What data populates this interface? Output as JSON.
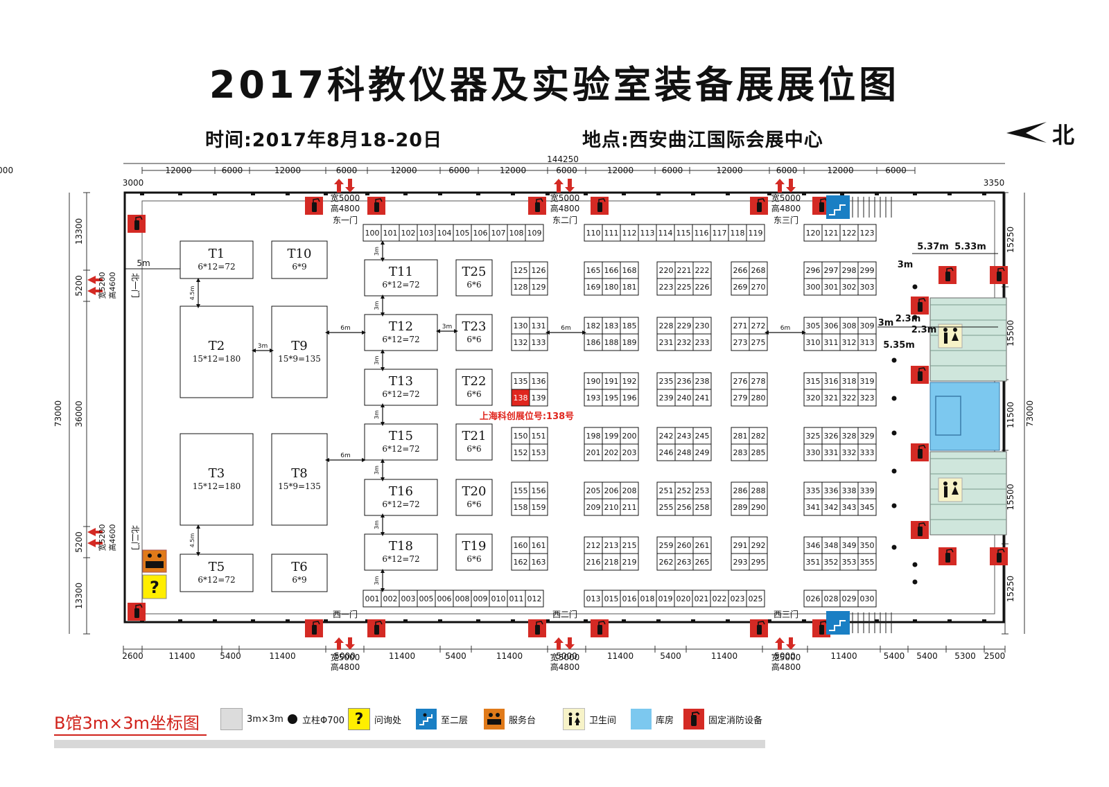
{
  "title": "2017科教仪器及实验室装备展展位图",
  "date": "时间:2017年8月18-20日",
  "place": "地点:西安曲江国际会展中心",
  "north": "北",
  "dims_top": {
    "total": "144250",
    "segments": [
      "12000",
      "6000",
      "12000",
      "6000",
      "12000",
      "6000",
      "12000",
      "6000",
      "12000",
      "6000",
      "12000",
      "6000",
      "12000",
      "6000",
      "12000"
    ],
    "left_end": "3000",
    "right_end": "3350"
  },
  "dims_bottom": {
    "segments": [
      "2600",
      "11400",
      "5400",
      "11400",
      "5000",
      "11400",
      "5400",
      "11400",
      "5000",
      "11400",
      "5400",
      "11400",
      "5000",
      "11400",
      "5400",
      "5400",
      "5300",
      "2500"
    ]
  },
  "dims_left": {
    "total": "73000",
    "segments": [
      "13300",
      "5200",
      "36000",
      "5200",
      "13300"
    ]
  },
  "dims_right": {
    "total": "73000",
    "segments": [
      "15250",
      "15500",
      "11500",
      "15500",
      "15250"
    ]
  },
  "doors": {
    "east": [
      "东一门",
      "东二门",
      "东三门"
    ],
    "west": [
      "西一门",
      "西二门",
      "西三门"
    ],
    "north": [
      "北一门",
      "北二门"
    ],
    "size_w": "宽5000",
    "size_h": "高4800",
    "north_size_w": "宽5200",
    "north_size_h": "高4600"
  },
  "distances": {
    "d5m": "5m",
    "d6m": "6m",
    "d3m": "3m",
    "d45m": "4.5m",
    "d537": "5.37m",
    "d533": "5.33m",
    "d23": "2.3m",
    "d535": "5.35m"
  },
  "t_booths": [
    {
      "id": "T1",
      "size": "6*12=72"
    },
    {
      "id": "T10",
      "size": "6*9"
    },
    {
      "id": "T2",
      "size": "15*12=180"
    },
    {
      "id": "T9",
      "size": "15*9=135"
    },
    {
      "id": "T3",
      "size": "15*12=180"
    },
    {
      "id": "T8",
      "size": "15*9=135"
    },
    {
      "id": "T5",
      "size": "6*12=72"
    },
    {
      "id": "T6",
      "size": "6*9"
    },
    {
      "id": "T11",
      "size": "6*12=72"
    },
    {
      "id": "T12",
      "size": "6*12=72"
    },
    {
      "id": "T13",
      "size": "6*12=72"
    },
    {
      "id": "T15",
      "size": "6*12=72"
    },
    {
      "id": "T16",
      "size": "6*12=72"
    },
    {
      "id": "T18",
      "size": "6*12=72"
    },
    {
      "id": "T25",
      "size": "6*6"
    },
    {
      "id": "T23",
      "size": "6*6"
    },
    {
      "id": "T22",
      "size": "6*6"
    },
    {
      "id": "T21",
      "size": "6*6"
    },
    {
      "id": "T20",
      "size": "6*6"
    },
    {
      "id": "T19",
      "size": "6*6"
    }
  ],
  "top_row": [
    [
      "100",
      "101",
      "102",
      "103",
      "104",
      "105",
      "106",
      "107",
      "108",
      "109"
    ],
    [
      "110",
      "111",
      "112",
      "113",
      "114",
      "115",
      "116",
      "117",
      "118",
      "119"
    ],
    [
      "120",
      "121",
      "122",
      "123"
    ]
  ],
  "bottom_row": [
    [
      "001",
      "002",
      "003",
      "005",
      "006",
      "008",
      "009",
      "010",
      "011",
      "012"
    ],
    [
      "013",
      "015",
      "016",
      "018",
      "019",
      "020",
      "021",
      "022",
      "023",
      "025"
    ],
    [
      "026",
      "028",
      "029",
      "030"
    ]
  ],
  "blocks": [
    {
      "col": "a",
      "top": [
        "125",
        "126"
      ],
      "bot": [
        "128",
        "129"
      ]
    },
    {
      "col": "a",
      "top": [
        "130",
        "131"
      ],
      "bot": [
        "132",
        "133"
      ]
    },
    {
      "col": "a",
      "top": [
        "135",
        "136"
      ],
      "bot": [
        "138",
        "139"
      ]
    },
    {
      "col": "a",
      "top": [
        "150",
        "151"
      ],
      "bot": [
        "152",
        "153"
      ]
    },
    {
      "col": "a",
      "top": [
        "155",
        "156"
      ],
      "bot": [
        "158",
        "159"
      ]
    },
    {
      "col": "a",
      "top": [
        "160",
        "161"
      ],
      "bot": [
        "162",
        "163"
      ]
    },
    {
      "col": "b",
      "top": [
        "165",
        "166",
        "168"
      ],
      "bot": [
        "169",
        "180",
        "181"
      ]
    },
    {
      "col": "b",
      "top": [
        "182",
        "183",
        "185"
      ],
      "bot": [
        "186",
        "188",
        "189"
      ]
    },
    {
      "col": "b",
      "top": [
        "190",
        "191",
        "192"
      ],
      "bot": [
        "193",
        "195",
        "196"
      ]
    },
    {
      "col": "b",
      "top": [
        "198",
        "199",
        "200"
      ],
      "bot": [
        "201",
        "202",
        "203"
      ]
    },
    {
      "col": "b",
      "top": [
        "205",
        "206",
        "208"
      ],
      "bot": [
        "209",
        "210",
        "211"
      ]
    },
    {
      "col": "b",
      "top": [
        "212",
        "213",
        "215"
      ],
      "bot": [
        "216",
        "218",
        "219"
      ]
    },
    {
      "col": "c",
      "top": [
        "220",
        "221",
        "222"
      ],
      "bot": [
        "223",
        "225",
        "226"
      ]
    },
    {
      "col": "c",
      "top": [
        "228",
        "229",
        "230"
      ],
      "bot": [
        "231",
        "232",
        "233"
      ]
    },
    {
      "col": "c",
      "top": [
        "235",
        "236",
        "238"
      ],
      "bot": [
        "239",
        "240",
        "241"
      ]
    },
    {
      "col": "c",
      "top": [
        "242",
        "243",
        "245"
      ],
      "bot": [
        "246",
        "248",
        "249"
      ]
    },
    {
      "col": "c",
      "top": [
        "251",
        "252",
        "253"
      ],
      "bot": [
        "255",
        "256",
        "258"
      ]
    },
    {
      "col": "c",
      "top": [
        "259",
        "260",
        "261"
      ],
      "bot": [
        "262",
        "263",
        "265"
      ]
    },
    {
      "col": "d",
      "top": [
        "266",
        "268"
      ],
      "bot": [
        "269",
        "270"
      ]
    },
    {
      "col": "d",
      "top": [
        "271",
        "272"
      ],
      "bot": [
        "273",
        "275"
      ]
    },
    {
      "col": "d",
      "top": [
        "276",
        "278"
      ],
      "bot": [
        "279",
        "280"
      ]
    },
    {
      "col": "d",
      "top": [
        "281",
        "282"
      ],
      "bot": [
        "283",
        "285"
      ]
    },
    {
      "col": "d",
      "top": [
        "286",
        "288"
      ],
      "bot": [
        "289",
        "290"
      ]
    },
    {
      "col": "d",
      "top": [
        "291",
        "292"
      ],
      "bot": [
        "293",
        "295"
      ]
    },
    {
      "col": "e",
      "top": [
        "296",
        "297",
        "298",
        "299"
      ],
      "bot": [
        "300",
        "301",
        "302",
        "303"
      ]
    },
    {
      "col": "e",
      "top": [
        "305",
        "306",
        "308",
        "309"
      ],
      "bot": [
        "310",
        "311",
        "312",
        "313"
      ]
    },
    {
      "col": "e",
      "top": [
        "315",
        "316",
        "318",
        "319"
      ],
      "bot": [
        "320",
        "321",
        "322",
        "323"
      ]
    },
    {
      "col": "e",
      "top": [
        "325",
        "326",
        "328",
        "329"
      ],
      "bot": [
        "330",
        "331",
        "332",
        "333"
      ]
    },
    {
      "col": "e",
      "top": [
        "335",
        "336",
        "338",
        "339"
      ],
      "bot": [
        "341",
        "342",
        "343",
        "345"
      ]
    },
    {
      "col": "e",
      "top": [
        "346",
        "348",
        "349",
        "350"
      ],
      "bot": [
        "351",
        "352",
        "353",
        "355"
      ]
    }
  ],
  "highlight": {
    "booth": "138",
    "label": "上海科创展位号:138号",
    "color": "#e0261e"
  },
  "legend": {
    "title": "B馆3m×3m坐标图",
    "items": [
      {
        "key": "booth",
        "label": "3m×3m"
      },
      {
        "key": "pillar",
        "label": "立柱Φ700"
      },
      {
        "key": "info",
        "label": "问询处",
        "glyph": "?"
      },
      {
        "key": "stairs",
        "label": "至二层"
      },
      {
        "key": "service",
        "label": "服务台"
      },
      {
        "key": "toilet",
        "label": "卫生间"
      },
      {
        "key": "storage",
        "label": "库房"
      },
      {
        "key": "fire",
        "label": "固定消防设备"
      }
    ]
  },
  "colors": {
    "fire": "#d42a24",
    "stairs": "#1a7fc4",
    "service": "#e07a1a",
    "info": "#ffee00",
    "toilet": "#f7f3c8",
    "toilet_area": "#cfe6dc",
    "storage": "#7cc8ef",
    "booth_gray": "#dcdcdc"
  }
}
